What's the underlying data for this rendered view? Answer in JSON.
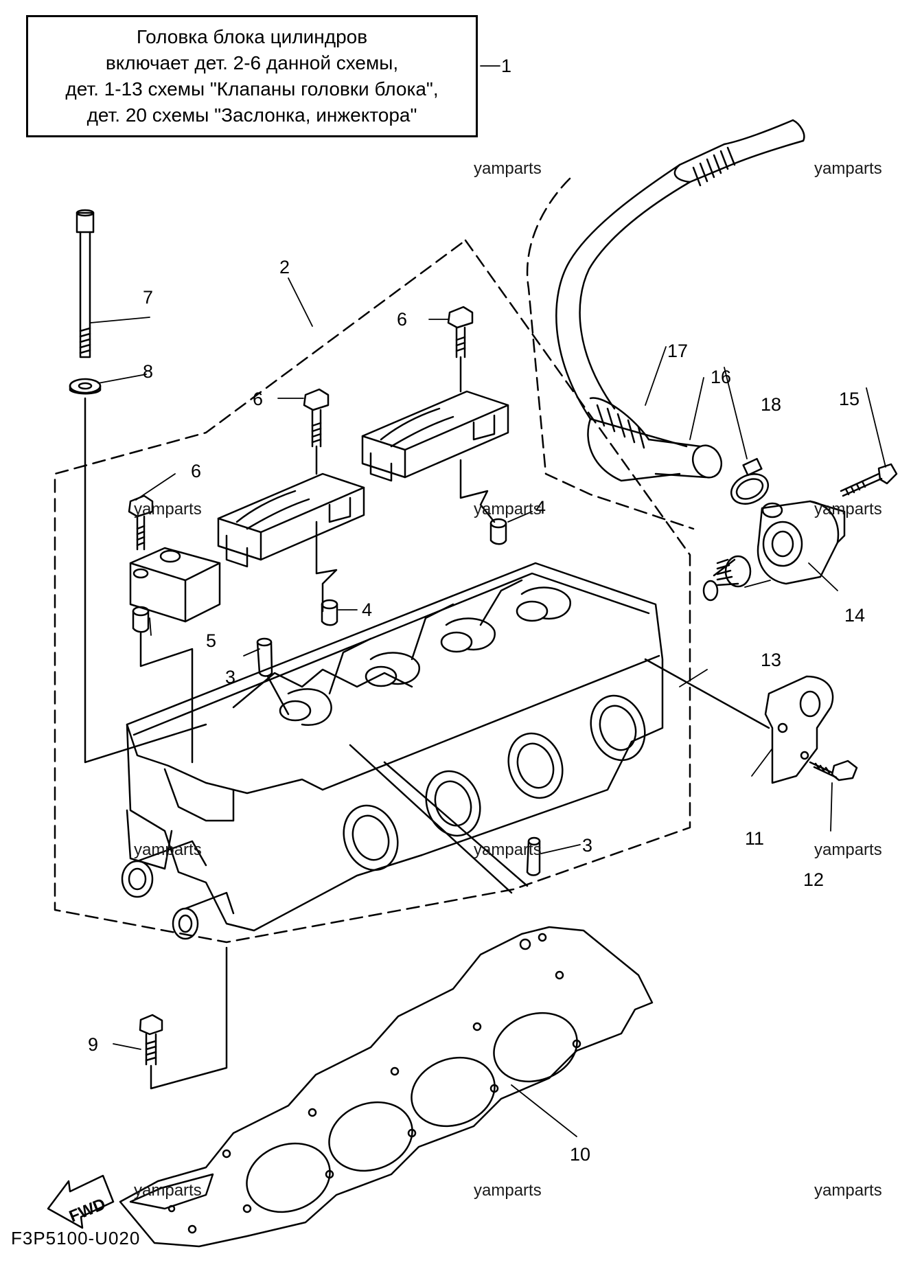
{
  "note": {
    "lines": [
      "Головка блока цилиндров",
      "включает дет. 2-6 данной схемы,",
      "дет. 1-13 схемы \"Клапаны головки блока\",",
      "дет. 20 схемы \"Заслонка, инжектора\""
    ],
    "callout": "1"
  },
  "callouts": [
    "2",
    "3",
    "3",
    "4",
    "4",
    "5",
    "6",
    "6",
    "6",
    "7",
    "8",
    "9",
    "10",
    "11",
    "12",
    "13",
    "14",
    "15",
    "16",
    "17",
    "18"
  ],
  "watermark": "yamparts",
  "fwd_label": "FWD",
  "diagram_code": "F3P5100-U020"
}
